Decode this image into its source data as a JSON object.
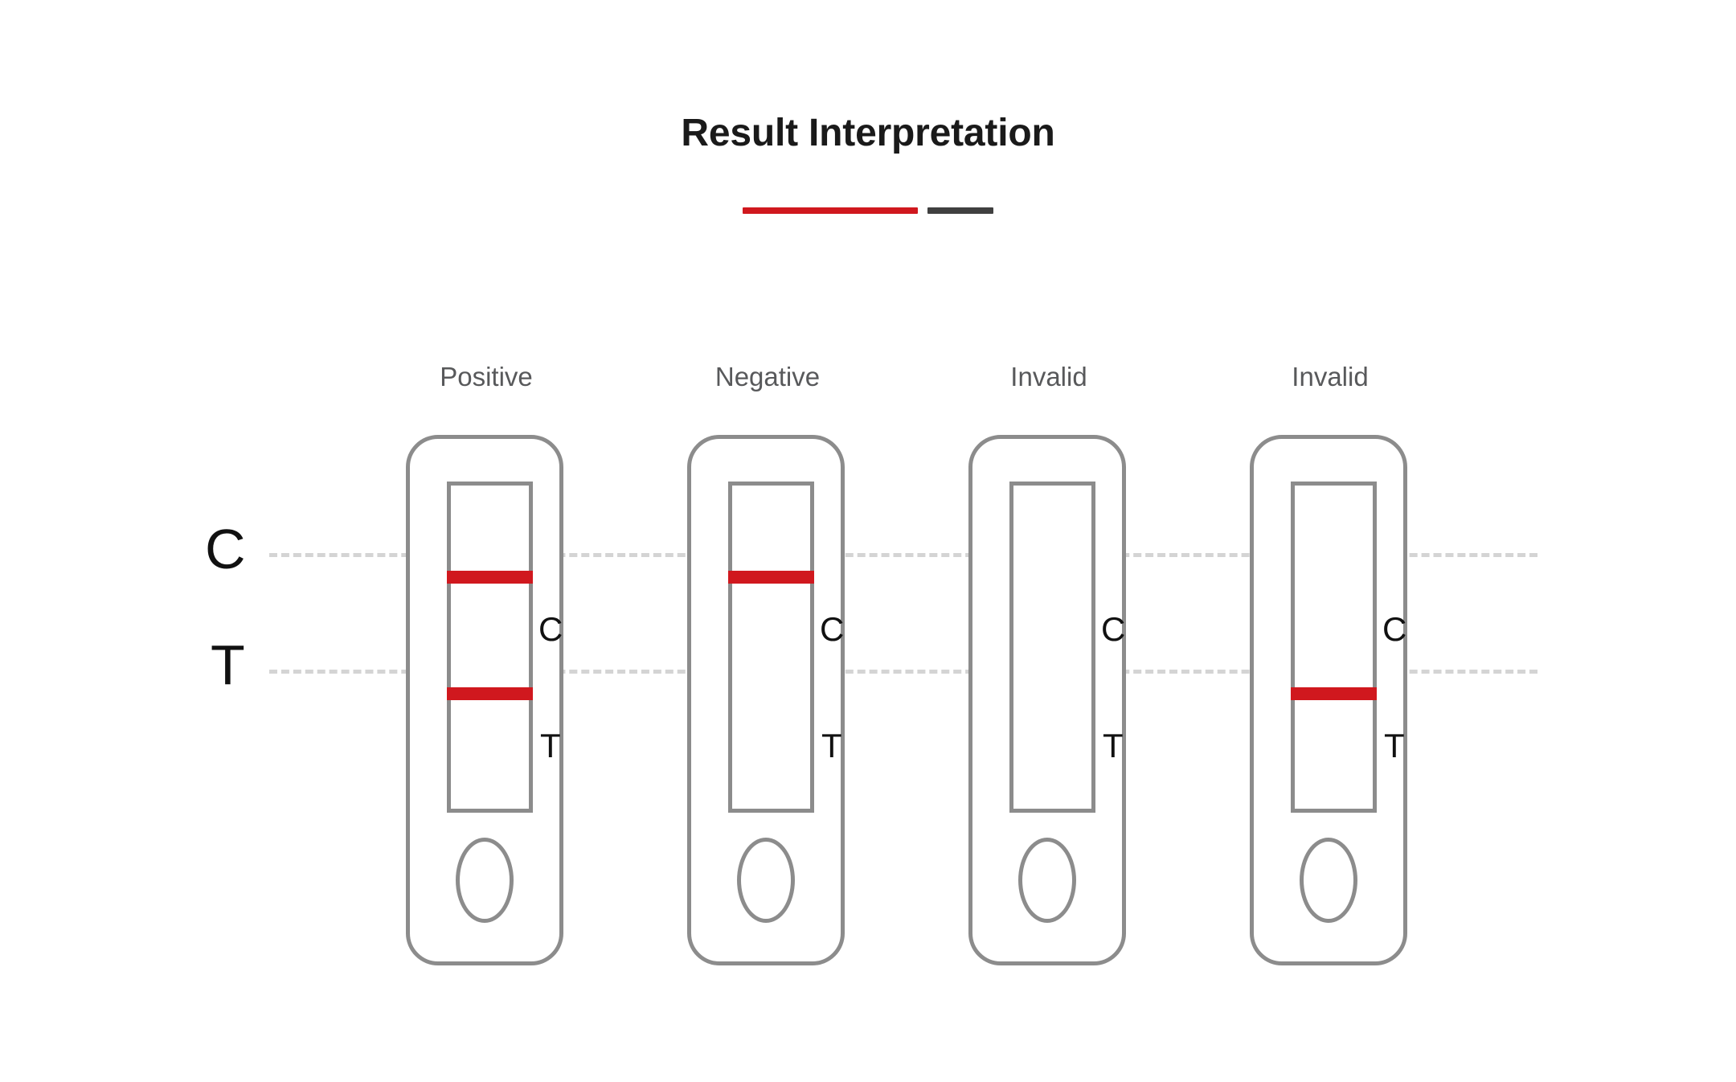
{
  "page": {
    "title": "Result Interpretation",
    "background_color": "#ffffff"
  },
  "accent": {
    "primary_color": "#d0181e",
    "secondary_color": "#404040"
  },
  "axis": {
    "control_label": "C",
    "test_label": "T",
    "label_color": "#111111",
    "guide_line_color": "#d4d4d4"
  },
  "legend_colors": {
    "band": "#d0181e",
    "outline": "#8c8c8c",
    "cassette_label": "#58595b"
  },
  "cassettes": [
    {
      "label": "Positive",
      "control_band": true,
      "test_band": true,
      "control_tick": "C",
      "test_tick": "T"
    },
    {
      "label": "Negative",
      "control_band": true,
      "test_band": false,
      "control_tick": "C",
      "test_tick": "T"
    },
    {
      "label": "Invalid",
      "control_band": false,
      "test_band": false,
      "control_tick": "C",
      "test_tick": "T"
    },
    {
      "label": "Invalid",
      "control_band": false,
      "test_band": true,
      "control_tick": "C",
      "test_tick": "T"
    }
  ]
}
